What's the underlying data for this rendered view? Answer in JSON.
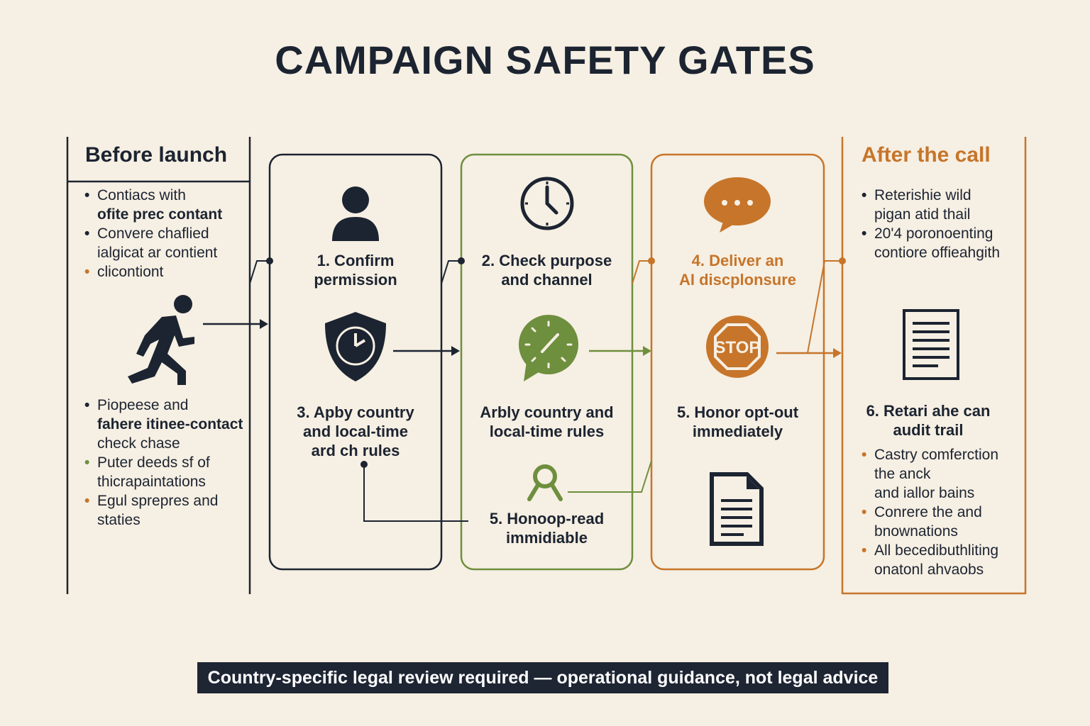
{
  "title": "CAMPAIGN SAFETY GATES",
  "colors": {
    "background": "#f6efe3",
    "navy": "#1c2431",
    "green": "#6e8f3e",
    "orange": "#c6752a"
  },
  "before": {
    "heading": "Before launch",
    "bullets_top": [
      {
        "dot_color": "#1c2431",
        "lines": [
          "Contiacs with",
          "ofite prec contant"
        ],
        "strong_line": 1
      },
      {
        "dot_color": "#1c2431",
        "lines": [
          "Convere chaflied",
          "ialgicat ar contient"
        ],
        "strong_line": -1
      },
      {
        "dot_color": "#c6752a",
        "lines": [
          "clicontiont"
        ],
        "strong_line": -1
      }
    ],
    "icon": "running-person-icon",
    "bullets_bottom": [
      {
        "dot_color": "#1c2431",
        "lines": [
          "Piopeese and",
          "fahere itinee-contact",
          "check chase"
        ],
        "strong_line": 1
      },
      {
        "dot_color": "#6e8f3e",
        "lines": [
          "Puter deeds sf of",
          "thicrapaintations"
        ],
        "strong_line": -1
      },
      {
        "dot_color": "#c6752a",
        "lines": [
          "Egul sprepres and",
          "staties"
        ],
        "strong_line": -1
      }
    ]
  },
  "gate1": {
    "icons": [
      "person-icon",
      "shield-clock-icon"
    ],
    "step_top": "1. Confirm\npermission",
    "step_bottom": "3. Apby country\nand local-time\nard ch rules"
  },
  "gate2": {
    "icons": [
      "clock-icon",
      "timer-chat-icon",
      "key-icon"
    ],
    "step_top": "2. Check purpose\nand channel",
    "step_middle": "Arbly country and\nlocal-time rules",
    "step_bottom": "5. Honoop-read\nimmidiable"
  },
  "gate3": {
    "icons": [
      "chat-bubble-icon",
      "stop-sign-icon",
      "document-icon"
    ],
    "stop_text": "STOP",
    "step_top": "4. Deliver an\nAI discplonsure",
    "step_bottom": "5. Honor opt-out\nimmediately"
  },
  "after": {
    "heading": "After the call",
    "bullets_top": [
      {
        "dot_color": "#1c2431",
        "lines": [
          "Reterishie wild",
          "pigan atid thail"
        ]
      },
      {
        "dot_color": "#1c2431",
        "lines": [
          "20'4 poronoenting",
          "contiore offieahgith"
        ]
      }
    ],
    "icon": "audit-document-icon",
    "step": "6. Retari ahe can\naudit trail",
    "bullets_bottom": [
      {
        "dot_color": "#c6752a",
        "lines": [
          "Castry comferction",
          "the anck",
          "and iallor bains"
        ]
      },
      {
        "dot_color": "#c6752a",
        "lines": [
          "Conrere the and",
          "bnownations"
        ]
      },
      {
        "dot_color": "#c6752a",
        "lines": [
          "All becedibuthliting",
          "onatonl ahvaobs"
        ]
      }
    ]
  },
  "footer": "Country-specific legal review required — operational guidance, not legal advice"
}
